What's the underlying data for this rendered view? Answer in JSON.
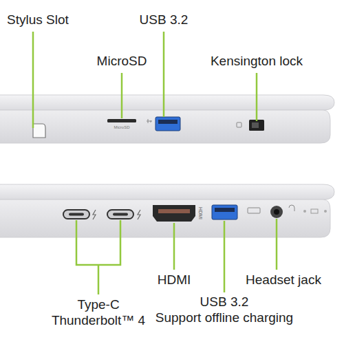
{
  "diagram": {
    "labels": [
      "Stylus Slot",
      "USB 3.2",
      "MicroSD",
      "Kensington lock",
      "MicroSD",
      "HDMI",
      "HDMI",
      "Headset jack",
      "Type-C",
      "Thunderbolt™ 4",
      "USB 3.2",
      "Support offline charging"
    ]
  }
}
